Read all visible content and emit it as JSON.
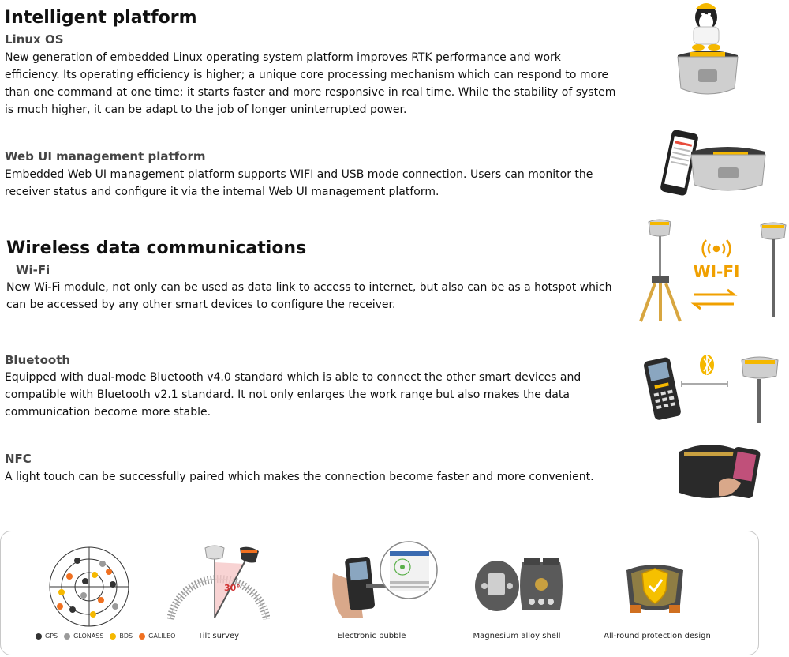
{
  "sections": {
    "intelligent": {
      "title": "Intelligent platform"
    },
    "linux": {
      "title": "Linux OS",
      "body": "New generation of embedded Linux operating system platform improves RTK performance and work efficiency. Its operating efficiency is higher; a unique core processing mechanism which can respond to more than one command at one time; it starts faster and more responsive in real time. While the stability of system is much higher, it can be adapt to the job of longer uninterrupted power."
    },
    "webui": {
      "title": "Web UI management platform",
      "body": "Embedded Web UI management platform supports WIFI and USB mode connection. Users can monitor the receiver status and configure it via the internal Web UI management platform."
    },
    "wireless": {
      "title": "Wireless data communications"
    },
    "wifi": {
      "title": "Wi-Fi",
      "body": "New Wi-Fi module, not only can be used as data link to access to internet, but also can be as a hotspot which can be accessed by any other smart devices to configure the receiver.",
      "logo_text": "WI-FI"
    },
    "bluetooth": {
      "title": "Bluetooth",
      "body": "Equipped with dual-mode Bluetooth v4.0 standard which is able to connect the other smart devices and compatible with Bluetooth v2.1 standard. It not only enlarges the work range but also makes the data communication become more stable."
    },
    "nfc": {
      "title": "NFC",
      "body": "A light touch can be successfully paired which makes the connection become faster and more convenient."
    }
  },
  "features": {
    "legend": [
      {
        "label": "GPS",
        "color": "#333333"
      },
      {
        "label": "GLONASS",
        "color": "#9a9a9a"
      },
      {
        "label": "BDS",
        "color": "#f5b800"
      },
      {
        "label": "GALILEO",
        "color": "#f07020"
      }
    ],
    "tilt": {
      "label": "Tilt survey",
      "angle": "30°"
    },
    "bubble": {
      "label": "Electronic bubble"
    },
    "magnesium": {
      "label": "Magnesium alloy shell"
    },
    "protection": {
      "label": "All-round protection design"
    }
  },
  "colors": {
    "accent_yellow": "#f5b800",
    "wifi_orange": "#f0a000",
    "receiver_gray": "#c8c8c8"
  }
}
